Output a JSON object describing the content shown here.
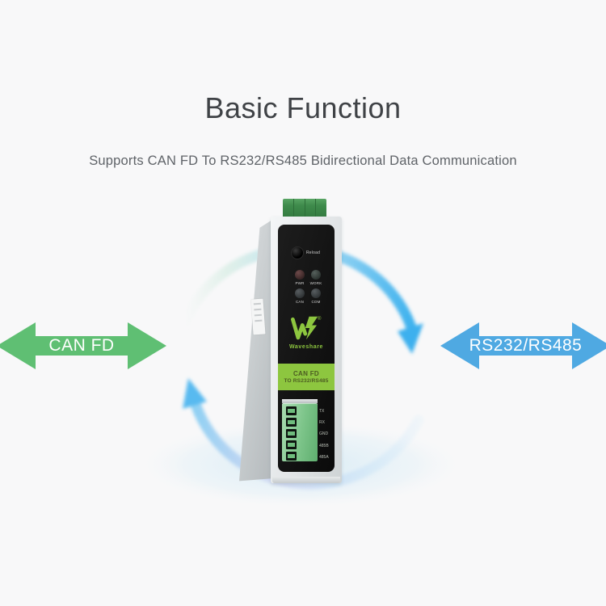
{
  "header": {
    "title": "Basic Function",
    "subtitle": "Supports CAN FD To RS232/RS485 Bidirectional Data Communication"
  },
  "flow": {
    "left_arrow_label": "CAN FD",
    "right_arrow_label": "RS232/RS485",
    "left_arrow_color": "#5fbf73",
    "right_arrow_color": "#4fa9e2",
    "cycle_arrow_color": "#3fb2ee"
  },
  "device": {
    "reload_label": "Reload",
    "led_labels": [
      "PWR",
      "WORK",
      "CAN",
      "COM"
    ],
    "brand": "Waveshare",
    "registered_mark": "®",
    "model_line1": "CAN FD",
    "model_line2": "TO RS232/RS485",
    "pin_labels": [
      "TX",
      "RX",
      "GND",
      "485B",
      "485A"
    ],
    "colors": {
      "brand_green": "#8dc63f",
      "band_green": "#8dc63f",
      "terminal_dark_green": "#3e8a4b",
      "connector_green": "#7cc489",
      "panel_black": "#121212"
    }
  }
}
